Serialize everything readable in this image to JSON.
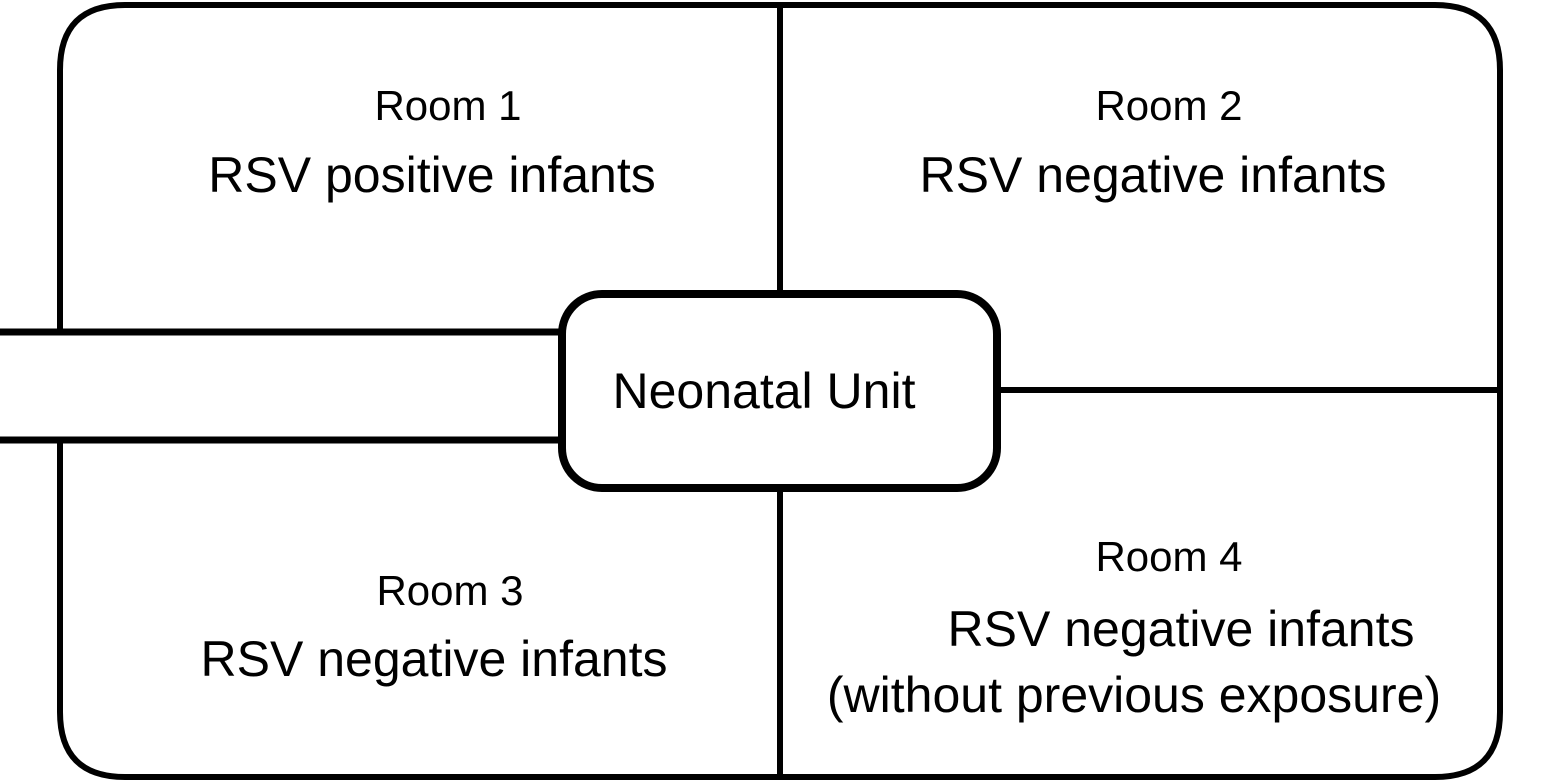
{
  "diagram": {
    "colors": {
      "stroke": "#000000",
      "background": "#ffffff"
    },
    "unit": {
      "label": "Neonatal Unit"
    },
    "rooms": [
      {
        "name": "Room 1",
        "description": "RSV positive infants"
      },
      {
        "name": "Room 2",
        "description": "RSV negative infants"
      },
      {
        "name": "Room 3",
        "description": "RSV negative infants"
      },
      {
        "name": "Room 4",
        "description": "RSV negative infants",
        "note": "(without previous exposure)"
      }
    ]
  }
}
